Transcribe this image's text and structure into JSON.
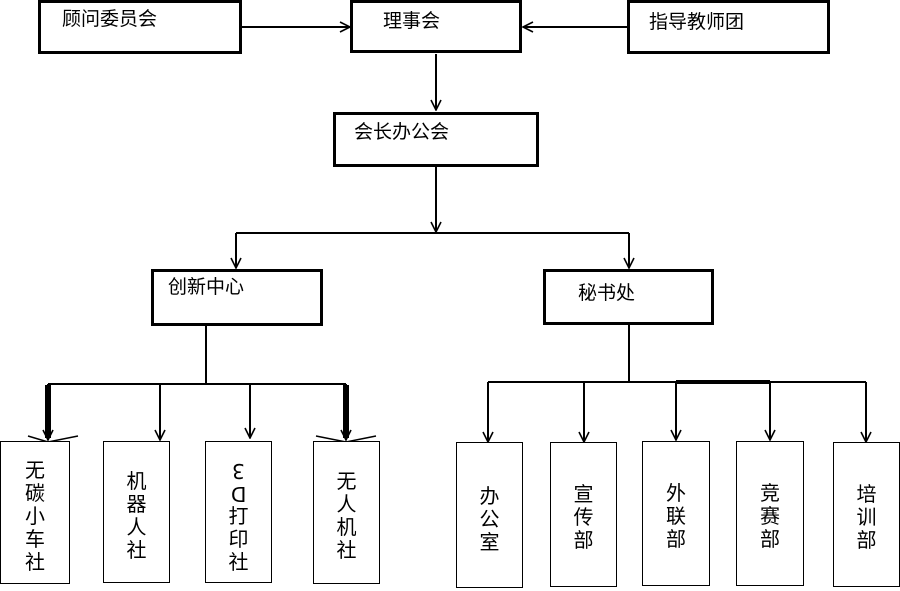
{
  "top_row": {
    "advisory": "顾问委员会",
    "council": "理事会",
    "instructors": "指导教师团"
  },
  "presidents_office": "会长办公会",
  "branches": {
    "innovation_center": "创新中心",
    "secretariat": "秘书处"
  },
  "innovation_clubs": [
    [
      "无",
      "碳",
      "小",
      "车",
      "社"
    ],
    [
      "机",
      "器",
      "人",
      "社"
    ],
    [
      "3",
      "D",
      "打",
      "印",
      "社"
    ],
    [
      "无",
      "人",
      "机",
      "社"
    ]
  ],
  "secretariat_departments": [
    [
      "办",
      "公",
      "室"
    ],
    [
      "宣",
      "传",
      "部"
    ],
    [
      "外",
      "联",
      "部"
    ],
    [
      "竞",
      "赛",
      "部"
    ],
    [
      "培",
      "训",
      "部"
    ]
  ]
}
